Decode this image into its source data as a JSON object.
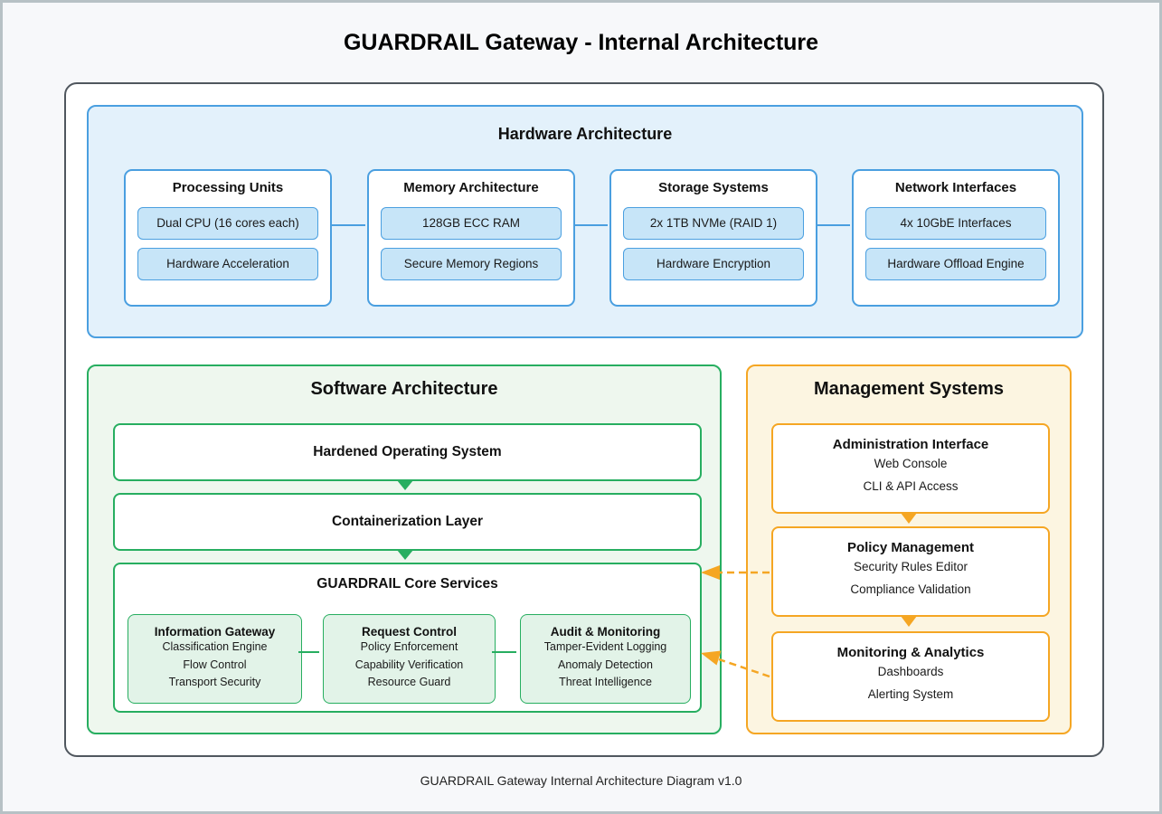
{
  "diagram": {
    "title": "GUARDRAIL Gateway - Internal Architecture",
    "footer": "GUARDRAIL Gateway Internal Architecture Diagram v1.0"
  },
  "colors": {
    "hardware_accent": "#4A9FE0",
    "software_accent": "#27AE60",
    "management_accent": "#F5A623",
    "outer_border": "#50575E"
  },
  "hardware": {
    "title": "Hardware Architecture",
    "groups": [
      {
        "title": "Processing Units",
        "items": [
          "Dual CPU (16 cores each)",
          "Hardware Acceleration"
        ]
      },
      {
        "title": "Memory Architecture",
        "items": [
          "128GB ECC RAM",
          "Secure Memory Regions"
        ]
      },
      {
        "title": "Storage Systems",
        "items": [
          "2x 1TB NVMe (RAID 1)",
          "Hardware Encryption"
        ]
      },
      {
        "title": "Network Interfaces",
        "items": [
          "4x 10GbE Interfaces",
          "Hardware Offload Engine"
        ]
      }
    ]
  },
  "software": {
    "title": "Software Architecture",
    "layers": [
      "Hardened Operating System",
      "Containerization Layer"
    ],
    "core": {
      "title": "GUARDRAIL Core Services",
      "modules": [
        {
          "title": "Information Gateway",
          "items": [
            "Classification Engine",
            "Flow Control",
            "Transport Security"
          ]
        },
        {
          "title": "Request Control",
          "items": [
            "Policy Enforcement",
            "Capability Verification",
            "Resource Guard"
          ]
        },
        {
          "title": "Audit & Monitoring",
          "items": [
            "Tamper-Evident Logging",
            "Anomaly Detection",
            "Threat Intelligence"
          ]
        }
      ]
    }
  },
  "management": {
    "title": "Management Systems",
    "panels": [
      {
        "title": "Administration Interface",
        "items": [
          "Web Console",
          "CLI & API Access"
        ]
      },
      {
        "title": "Policy Management",
        "items": [
          "Security Rules Editor",
          "Compliance Validation"
        ]
      },
      {
        "title": "Monitoring & Analytics",
        "items": [
          "Dashboards",
          "Alerting System"
        ]
      }
    ]
  }
}
